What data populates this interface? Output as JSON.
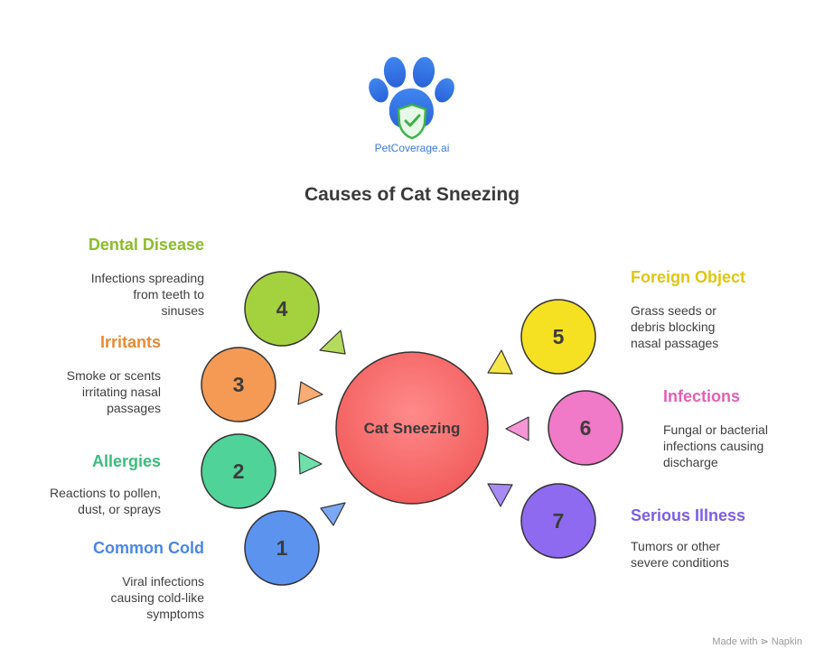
{
  "brand": {
    "name": "PetCoverage.ai"
  },
  "title": "Causes of Cat Sneezing",
  "center": {
    "label": "Cat Sneezing"
  },
  "colors": {
    "c1": "#5b93ef",
    "c2": "#4fd398",
    "c3": "#f49a54",
    "c4": "#a4d13e",
    "c5": "#f5e122",
    "c6": "#f079c8",
    "c7": "#8e6af0",
    "center": "#f56d6d"
  },
  "causes": [
    {
      "number": "1",
      "title": "Common Cold",
      "lines": [
        "Viral infections",
        "causing cold-like",
        "symptoms"
      ],
      "color": "#4d86e2"
    },
    {
      "number": "2",
      "title": "Allergies",
      "lines": [
        "Reactions to pollen,",
        "dust, or sprays"
      ],
      "color": "#3bbd7d"
    },
    {
      "number": "3",
      "title": "Irritants",
      "lines": [
        "Smoke or scents",
        "irritating nasal",
        "passages"
      ],
      "color": "#ea8a35"
    },
    {
      "number": "4",
      "title": "Dental Disease",
      "lines": [
        "Infections spreading",
        "from teeth to",
        "sinuses"
      ],
      "color": "#8bbd2a"
    },
    {
      "number": "5",
      "title": "Foreign Object",
      "lines": [
        "Grass seeds or",
        "debris blocking",
        "nasal passages"
      ],
      "color": "#e0c614"
    },
    {
      "number": "6",
      "title": "Infections",
      "lines": [
        "Fungal or bacterial",
        "infections causing",
        "discharge"
      ],
      "color": "#e55fb4"
    },
    {
      "number": "7",
      "title": "Serious Illness",
      "lines": [
        "Tumors or other",
        "severe conditions"
      ],
      "color": "#7a5ee6"
    }
  ],
  "footer": {
    "made_with": "Made with",
    "brand": "Napkin"
  }
}
